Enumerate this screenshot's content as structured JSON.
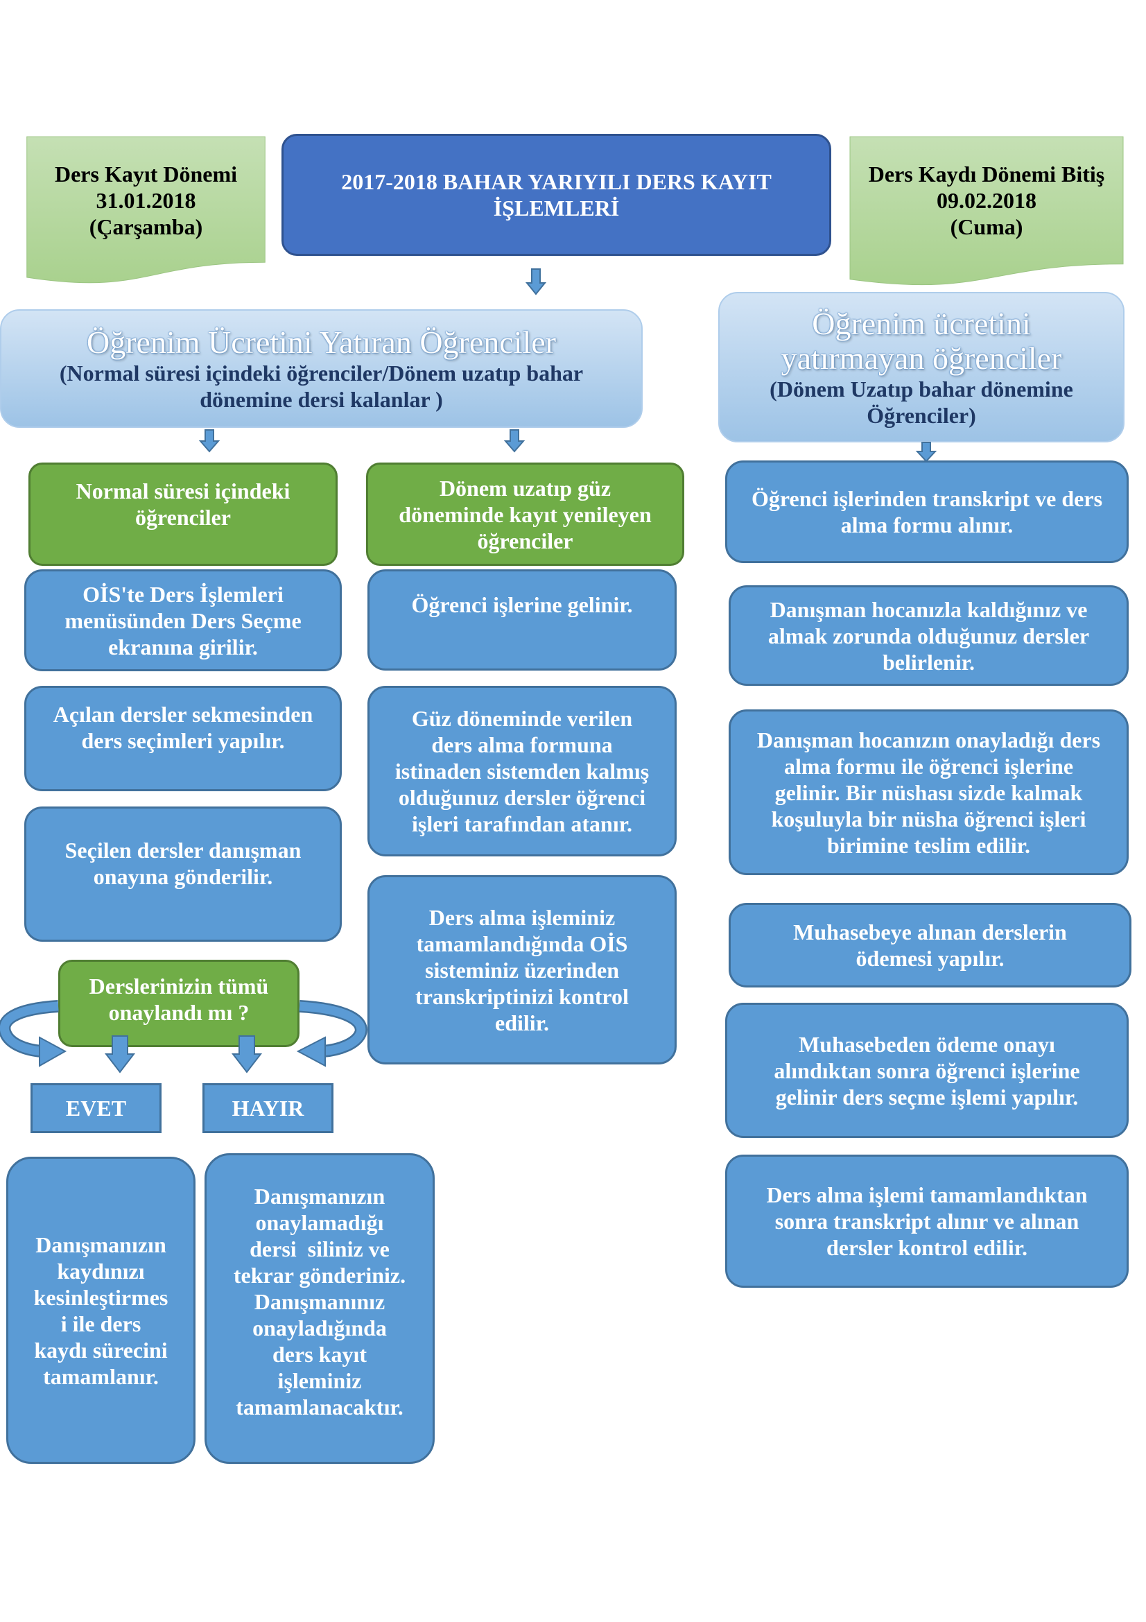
{
  "header": {
    "title": "2017-2018 BAHAR YARIYILI DERS KAYIT\nİŞLEMLERİ",
    "start_period": "Ders Kayıt Dönemi\n31.01.2018\n(Çarşamba)",
    "end_period": "Ders Kaydı Dönemi Bitiş\n09.02.2018\n(Cuma)"
  },
  "paying_students": {
    "heading": "Öğrenim Ücretini Yatıran Öğrenciler",
    "subheading": "(Normal süresi içindeki öğrenciler/Dönem uzatıp bahar\ndönemine dersi kalanlar )",
    "normal": {
      "label": "Normal süresi içindeki\nöğrenciler",
      "steps": [
        "OİS'te Ders İşlemleri\nmenüsünden Ders Seçme\nekranına girilir.",
        "Açılan dersler sekmesinden\nders seçimleri yapılır.",
        "Seçilen dersler danışman\nonayına gönderilir."
      ]
    },
    "approval": {
      "question": "Derslerinizin tümü\nonaylandı mı ?",
      "yes": "EVET",
      "no": "HAYIR",
      "yes_outcome": "Danışmanızın\nkaydınızı\nkesinleştirmes\ni ile ders\nkaydı sürecini\ntamamlanır.",
      "no_outcome": "Danışmanızın\nonaylamadığı\ndersi  siliniz ve\ntekrar gönderiniz.\nDanışmanınız\nonayladığında\nders kayıt\nişleminiz\ntamamlanacaktır."
    },
    "extended": {
      "label": "Dönem uzatıp güz\ndöneminde kayıt yenileyen\nöğrenciler",
      "steps": [
        "Öğrenci işlerine gelinir.",
        "Güz döneminde verilen\nders alma formuna\nistinaden sistemden kalmış\nolduğunuz dersler öğrenci\nişleri tarafından atanır.",
        "Ders alma işleminiz\ntamamlandığında OİS\nsisteminiz üzerinden\ntranskriptinizi kontrol\nedilir."
      ]
    }
  },
  "non_paying_students": {
    "heading": "Öğrenim ücretini\nyatırmayan öğrenciler",
    "subheading": "(Dönem Uzatıp bahar dönemine\nÖğrenciler)",
    "steps": [
      "Öğrenci işlerinden transkript ve ders\nalma formu alınır.",
      "Danışman hocanızla kaldığınız ve\nalmak zorunda olduğunuz dersler\nbelirlenir.",
      "Danışman hocanızın onayladığı ders\nalma formu ile öğrenci işlerine\ngelinir. Bir nüshası sizde kalmak\nkoşuluyla bir nüsha öğrenci işleri\nbirimine teslim edilir.",
      "Muhasebeye alınan derslerin\nödemesi yapılır.",
      "Muhasebeden ödeme onayı\nalındıktan sonra öğrenci işlerine\ngelinir ders seçme işlemi yapılır.",
      "Ders alma işlemi tamamlandıktan\nsonra transkript alınır ve alınan\ndersler kontrol edilir."
    ]
  },
  "colors": {
    "step_fill": "#5B9BD5",
    "step_border": "#41719C",
    "title_fill": "#4472C4",
    "group_fill": "#70AD47",
    "note_fill": "#A9D18E",
    "category_fill": "#9DC3E6"
  }
}
